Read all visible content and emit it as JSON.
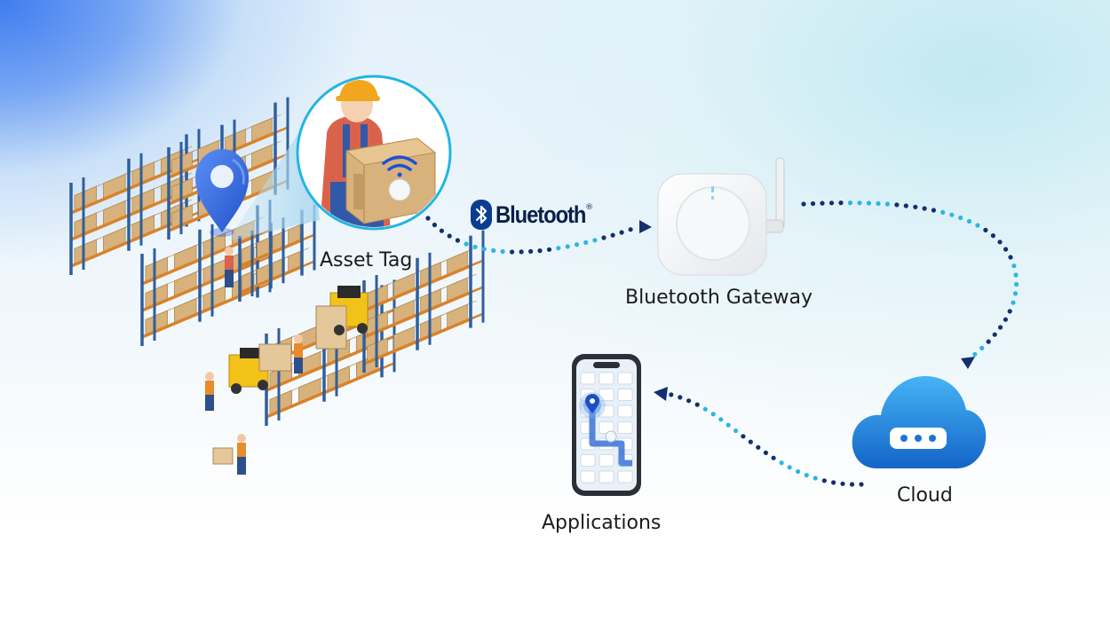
{
  "nodes": {
    "asset_tag": "Asset Tag",
    "gateway": "Bluetooth Gateway",
    "cloud": "Cloud",
    "applications": "Applications"
  },
  "bluetooth_logo": {
    "word": "Bluetooth",
    "mark": "®"
  },
  "colors": {
    "dot_dark": "#13306d",
    "dot_light": "#2fb6e0",
    "arrow": "#13306d",
    "pin_blue": "#3b6fe8",
    "cloud_blue": "#1f8fe0",
    "shelf_blue": "#2e5f9c",
    "shelf_orange": "#d9822b",
    "box_tan": "#d7b27c",
    "forklift_yellow": "#f2c21a"
  },
  "icons": [
    "map-pin-icon",
    "bluetooth-icon",
    "wifi-icon",
    "location-pin-icon",
    "cloud-icon",
    "antenna-icon"
  ]
}
